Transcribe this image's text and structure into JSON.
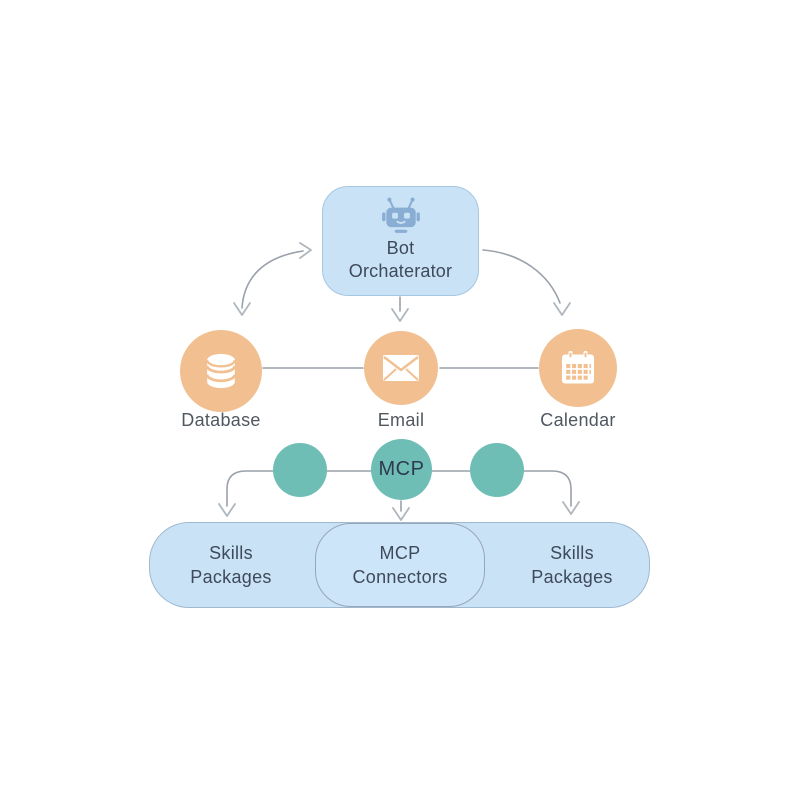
{
  "diagram": {
    "colors": {
      "box_fill": "#c9e2f6",
      "box_border": "#a6c7e2",
      "panel_border": "#9fb9d0",
      "inner_border": "#98a6b6",
      "orange": "#f2bf90",
      "teal": "#6fbeb5",
      "line": "#9aa1aa",
      "arrow_light": "#b0b6bd",
      "text_dark": "#3e4a5b",
      "label_gray": "#51575f",
      "robot": "#8aaed3"
    },
    "orchestrator": {
      "icon": "robot-icon",
      "label_line1": "Bot",
      "label_line2": "Orchaterator"
    },
    "services": [
      {
        "id": "database",
        "label": "Database",
        "icon": "database-icon"
      },
      {
        "id": "email",
        "label": "Email",
        "icon": "email-icon"
      },
      {
        "id": "calendar",
        "label": "Calendar",
        "icon": "calendar-icon"
      }
    ],
    "hub": {
      "label": "MCP"
    },
    "bottom_cells": [
      {
        "id": "skills-left",
        "line1": "Skills",
        "line2": "Packages"
      },
      {
        "id": "mcp-connectors",
        "line1": "MCP",
        "line2": "Connectors"
      },
      {
        "id": "skills-right",
        "line1": "Skills",
        "line2": "Packages"
      }
    ]
  }
}
